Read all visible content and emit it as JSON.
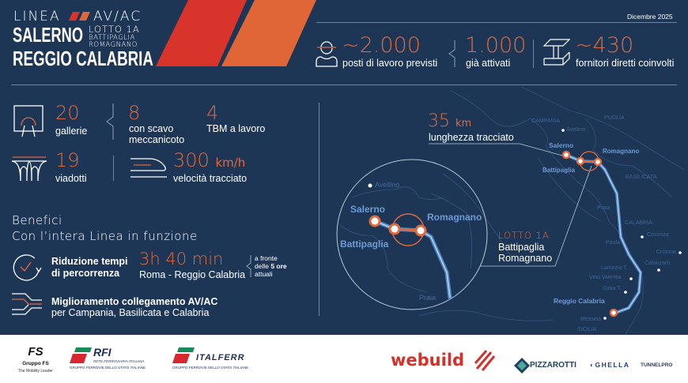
{
  "header": {
    "linea": "LINEA",
    "avac": "AV/AC",
    "city1": "SALERNO",
    "lotto": "LOTTO 1A",
    "lotto_from": "BATTIPAGLIA",
    "lotto_to": "ROMAGNANO",
    "city2": "REGGIO CALABRIA",
    "date": "Dicembre 2025",
    "stripe_colors": [
      "#d9342b",
      "#e06638"
    ]
  },
  "jobs": {
    "planned_value": "~2.000",
    "planned_label": "posti di lavoro previsti",
    "active_value": "1.000",
    "active_label": "già attivati",
    "suppliers_value": "~430",
    "suppliers_label": "fornitori diretti coinvolti"
  },
  "works": {
    "tunnels_value": "20",
    "tunnels_label": "gallerie",
    "mech_value": "8",
    "mech_label_1": "con scavo",
    "mech_label_2": "meccanicoto",
    "tbm_value": "4",
    "tbm_label": "TBM a lavoro",
    "viaducts_value": "19",
    "viaducts_label": "viadotti",
    "speed_value": "300",
    "speed_unit": "km/h",
    "speed_label": "velocità tracciato"
  },
  "benefits": {
    "title": "Benefici",
    "subtitle": "Con l’intera Linea in funzione",
    "time_title_1": "Riduzione tempi",
    "time_title_2": "di percorrenza",
    "time_value": "3h 40 min",
    "time_route": "Roma - Reggio Calabria",
    "compare_1": "a fronte",
    "compare_2a": "delle ",
    "compare_2b": "5 ore",
    "compare_3": "attuali",
    "link_title": "Miglioramento collegamento AV/AC",
    "link_sub": "per Campania, Basilicata e Calabria"
  },
  "map": {
    "length_value": "35",
    "length_unit": "km",
    "length_label": "lunghezza tracciato",
    "lot_title": "LOTTO 1A",
    "lot_from": "Battipaglia",
    "lot_to": "Romagnano",
    "zoom_labels": {
      "avellino": "Avellino",
      "salerno": "Salerno",
      "battipaglia": "Battipaglia",
      "romagnano": "Romagnano",
      "praia": "Praia"
    },
    "labels": {
      "campania": "CAMPANIA",
      "puglia": "PUGLIA",
      "basilicata": "BASILICATA",
      "calabria": "CALABRIA",
      "avellino": "Avellino",
      "salerno": "Salerno",
      "battipaglia": "Battipaglia",
      "romagnano": "Romagnano",
      "praia": "Praia",
      "cosenza": "Cosenza",
      "paola": "Paola",
      "crotone": "Crotone",
      "lamezia": "Lamezia T.",
      "catanzaro": "Catanzaro",
      "vibo": "Vibo Valentia",
      "gioia": "Gioia T.",
      "reggio": "Reggio Calabria",
      "messina": "Messina",
      "sicilia": "SICILIA"
    },
    "route_color": "#5f9ce0",
    "marker_color": "#e0693f"
  },
  "footer": {
    "fs_name": "Gruppo FS",
    "fs_tagline": "The Mobility Leader",
    "rfi_name": "RFI",
    "rfi_sub": "RETE FERROVIARIA ITALIANA",
    "rfi_group": "GRUPPO FERROVIE DELLO STATO ITALIANE",
    "italferr_name": "ITALFERR",
    "italferr_group": "GRUPPO FERROVIE DELLO STATO ITALIANE",
    "webuild": "webuild",
    "pizzarotti": "PIZZAROTTI",
    "ghella": "GHELLA",
    "tunnelpro": "TUNNELPRO"
  }
}
